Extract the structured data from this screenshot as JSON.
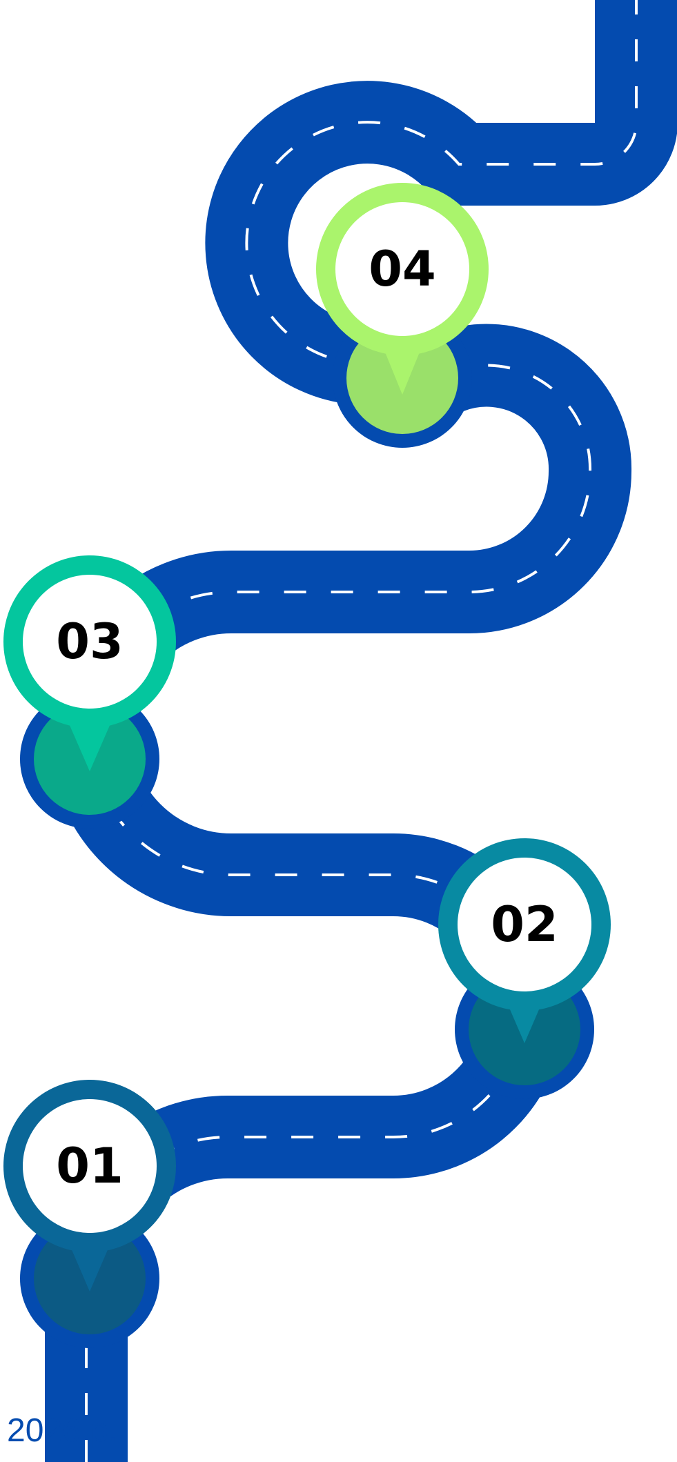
{
  "colors": {
    "road": "#044baf",
    "dash": "#ffffff",
    "background": "#ffffff"
  },
  "markers": [
    {
      "label": "01",
      "ring_color": "#0a6798",
      "disc_color": "#0c5a84"
    },
    {
      "label": "02",
      "ring_color": "#088aa2",
      "disc_color": "#066b82"
    },
    {
      "label": "03",
      "ring_color": "#04c69e",
      "disc_color": "#0aa98a"
    },
    {
      "label": "04",
      "ring_color": "#aaf46c",
      "disc_color": "#9ae06a"
    }
  ],
  "footer": {
    "year": "2026 р."
  }
}
